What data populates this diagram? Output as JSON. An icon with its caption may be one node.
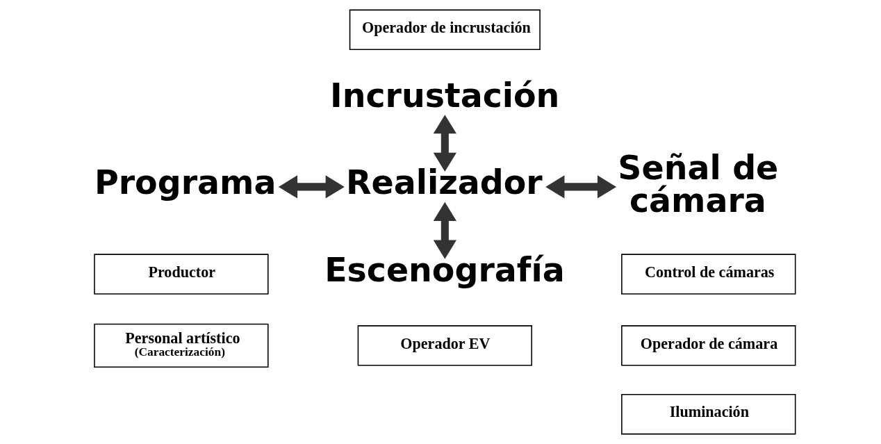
{
  "diagram": {
    "nodes": [
      {
        "text": [
          "Operador de incrustación"
        ]
      },
      {
        "text": [
          "Incrustación"
        ]
      },
      {
        "text": [
          "Programa"
        ]
      },
      {
        "text": [
          "Realizador"
        ]
      },
      {
        "text": [
          "Señal de cámara"
        ]
      },
      {
        "text": [
          "Productor"
        ]
      },
      {
        "text": [
          "Control de cámaras"
        ]
      },
      {
        "text": [
          "Personal artístico",
          "(Caracterización)"
        ]
      },
      {
        "text": [
          "Operador de cámara"
        ]
      },
      {
        "text": [
          "Escenografía"
        ]
      },
      {
        "text": [
          "Iluminación"
        ]
      },
      {
        "text": [
          "Operador EV"
        ]
      }
    ],
    "edges": [
      {
        "from": 1,
        "to": 3,
        "arrow": "both"
      },
      {
        "from": 2,
        "to": 3,
        "arrow": "both"
      },
      {
        "from": 3,
        "to": 4,
        "arrow": "both"
      },
      {
        "from": 3,
        "to": 9,
        "arrow": "both"
      }
    ]
  }
}
